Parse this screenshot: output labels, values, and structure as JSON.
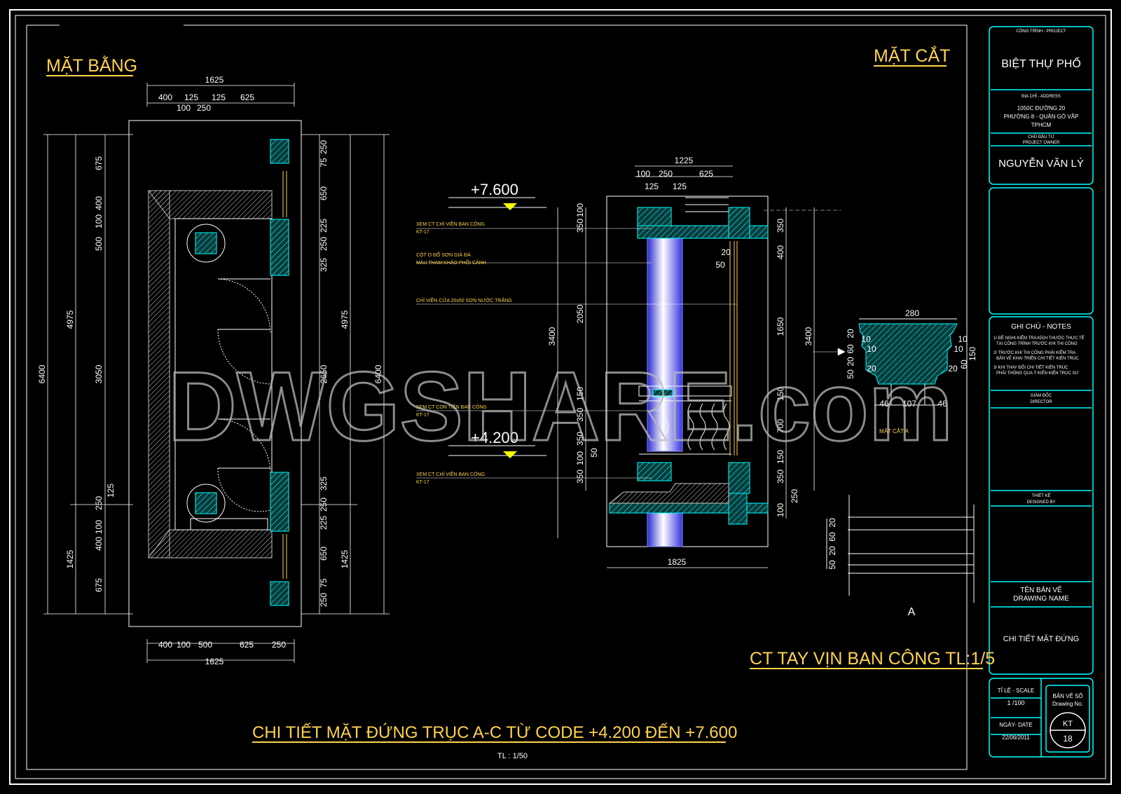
{
  "titles": {
    "plan": "MẶT BẰNG",
    "section": "MẶT CẮT",
    "main": "CHI TIẾT MẶT ĐỨNG TRỤC A-C TỪ CODE +4.200 ĐẾN +7.600",
    "main_scale": "TL : 1/50",
    "handrail": "CT TAY VỊN BAN CÔNG TL:1/5",
    "section_a": "MẶT CẮT A",
    "section_mark": "A"
  },
  "watermark": "DWGSHARE.com",
  "elevations": {
    "upper": "+7.600",
    "lower": "+4.200"
  },
  "notes": {
    "n1a": "XEM CT CHỈ VIỀN BAN CÔNG",
    "n1b": "KT-17",
    "n2a": "CỘT O ĐỔ SƠN GIẢ ĐÁ",
    "n2b": "MÀU THAM KHẢO PHỐI CẢNH",
    "n3a": "CHỈ VIỀN CỬA 20x50 SƠN NƯỚC TRẮNG",
    "n4a": "XEM CT CON TIỆN BAN CÔNG",
    "n4b": "KT-17",
    "n5a": "XEM CT CHỈ VIỀN BAN CÔNG",
    "n5b": "KT-17"
  },
  "plan_dims": {
    "top_total": "1625",
    "top_a": "400",
    "top_b": "125",
    "top_c": "125",
    "top_d": "625",
    "top_e": "100",
    "top_f": "250",
    "bottom_total": "1625",
    "bot_a": "400",
    "bot_b": "100",
    "bot_c": "500",
    "bot_d": "625",
    "bot_e": "250",
    "left_total": "6400",
    "left_4975": "4975",
    "left_1425": "1425",
    "l_675a": "675",
    "l_400a": "400",
    "l_100a": "100",
    "l_500": "500",
    "l_3050": "3050",
    "l_250": "250",
    "l_125": "125",
    "l_100b": "100",
    "l_400b": "400",
    "l_675b": "675",
    "right_total": "6400",
    "r_4975": "4975",
    "r_1425": "1425",
    "r_2650": "2650",
    "r_250a": "250",
    "r_75a": "75",
    "r_650a": "650",
    "r_225a": "225",
    "r_250b": "250",
    "r_325a": "325",
    "r_325b": "325",
    "r_250c": "250",
    "r_225b": "225",
    "r_650b": "650",
    "r_75b": "75",
    "r_250d": "250"
  },
  "section_dims": {
    "top_total": "1225",
    "t_100": "100",
    "t_250": "250",
    "t_625": "625",
    "t_125a": "125",
    "t_125b": "125",
    "bottom": "1825",
    "l_3400": "3400",
    "l_2050": "2050",
    "l_100": "100",
    "l_350a": "350",
    "l_150": "150",
    "l_350b": "350",
    "l_350c": "350",
    "l_100b": "100",
    "l_350d": "350",
    "l_50": "50",
    "r_3400": "3400",
    "r_350a": "350",
    "r_400": "400",
    "r_1650": "1650",
    "r_150a": "150",
    "r_700": "700",
    "r_150b": "150",
    "r_350b": "350",
    "r_250": "250",
    "r_100": "100",
    "d_20": "20",
    "d_50": "50"
  },
  "handrail_dims": {
    "w": "280",
    "b1": "46",
    "b2": "107",
    "b3": "46",
    "l_20a": "20",
    "l_60": "60",
    "l_20b": "20",
    "l_50": "50",
    "l_10a": "10",
    "l_10b": "10",
    "l_20c": "20",
    "r_10a": "10",
    "r_10b": "10",
    "r_20": "20",
    "r_150": "150",
    "r_60": "60",
    "b_50": "50",
    "b_20": "20",
    "b_60": "60",
    "b_20b": "20"
  },
  "title_block": {
    "project_label": "CÔNG TRÌNH - PROJECT",
    "project": "BIỆT THỰ PHỐ",
    "address_label": "ĐỊA CHỈ - ADDRESS",
    "addr1": "1050C ĐƯỜNG 20",
    "addr2": "PHƯỜNG 8 - QUẬN GÒ VẤP",
    "addr3": "TPHCM",
    "owner_label1": "CHỦ ĐẦU TƯ",
    "owner_label2": "PROJECT OWNER",
    "owner": "NGUYỄN VĂN LÝ",
    "notes_label": "GHI CHÚ - NOTES",
    "note1a": "1/ ĐỀ NGHỊ KIỂM TRA KÍCH THƯỚC THỰC TẾ",
    "note1b": "TẠI CÔNG TRÌNH TRƯỚC KHI THI CÔNG",
    "note2a": "2/ TRƯỚC KHI THI CÔNG PHẢI KIỂM TRA",
    "note2b": "BẢN VẼ KHAI TRIỂN CHI TIẾT KIẾN TRÚC",
    "note3a": "3/ KHI THAY ĐỔI CHI TIẾT KIẾN TRÚC",
    "note3b": "PHẢI THÔNG QUA Ý KIẾN KIẾN TRÚC SƯ",
    "director_label1": "GIÁM ĐỐC",
    "director_label2": "DIRECTOR",
    "designer_label1": "THIẾT KẾ",
    "designer_label2": "DESIGNED BY",
    "drawing_name_label1": "TÊN BẢN VẼ",
    "drawing_name_label2": "DRAWING NAME",
    "drawing_name": "CHI TIẾT MẶT ĐỨNG",
    "scale_label": "TỈ LỆ - SCALE",
    "scale": "1 /100",
    "date_label": "NGÀY- DATE",
    "date": "22/06/2011",
    "drawing_no_label1": "BẢN VẼ SỐ",
    "drawing_no_label2": "Drawing No.",
    "drawing_code": "KT",
    "drawing_no": "18"
  },
  "colors": {
    "yellow": "#FFFF00",
    "title_yellow": "#FFD24D",
    "cyan": "#00FFFF",
    "white": "#FFFFFF",
    "blue": "#7A7AFF"
  }
}
